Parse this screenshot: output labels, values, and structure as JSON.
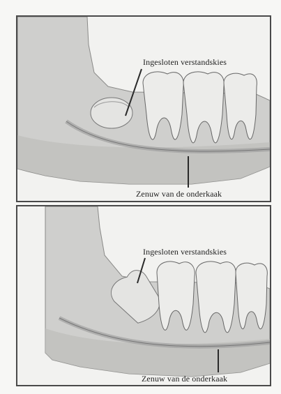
{
  "diagram": {
    "panels": [
      {
        "id": "top",
        "tooth_label": "Ingesloten verstandskies",
        "nerve_label": "Zenuw van de onderkaak"
      },
      {
        "id": "bottom",
        "tooth_label": "Ingesloten verstandskies",
        "nerve_label": "Zenuw van de onderkaak"
      }
    ],
    "colors": {
      "bone": "#c9c9c7",
      "tooth": "#e9e9e7",
      "line": "#3a3a3a"
    }
  }
}
